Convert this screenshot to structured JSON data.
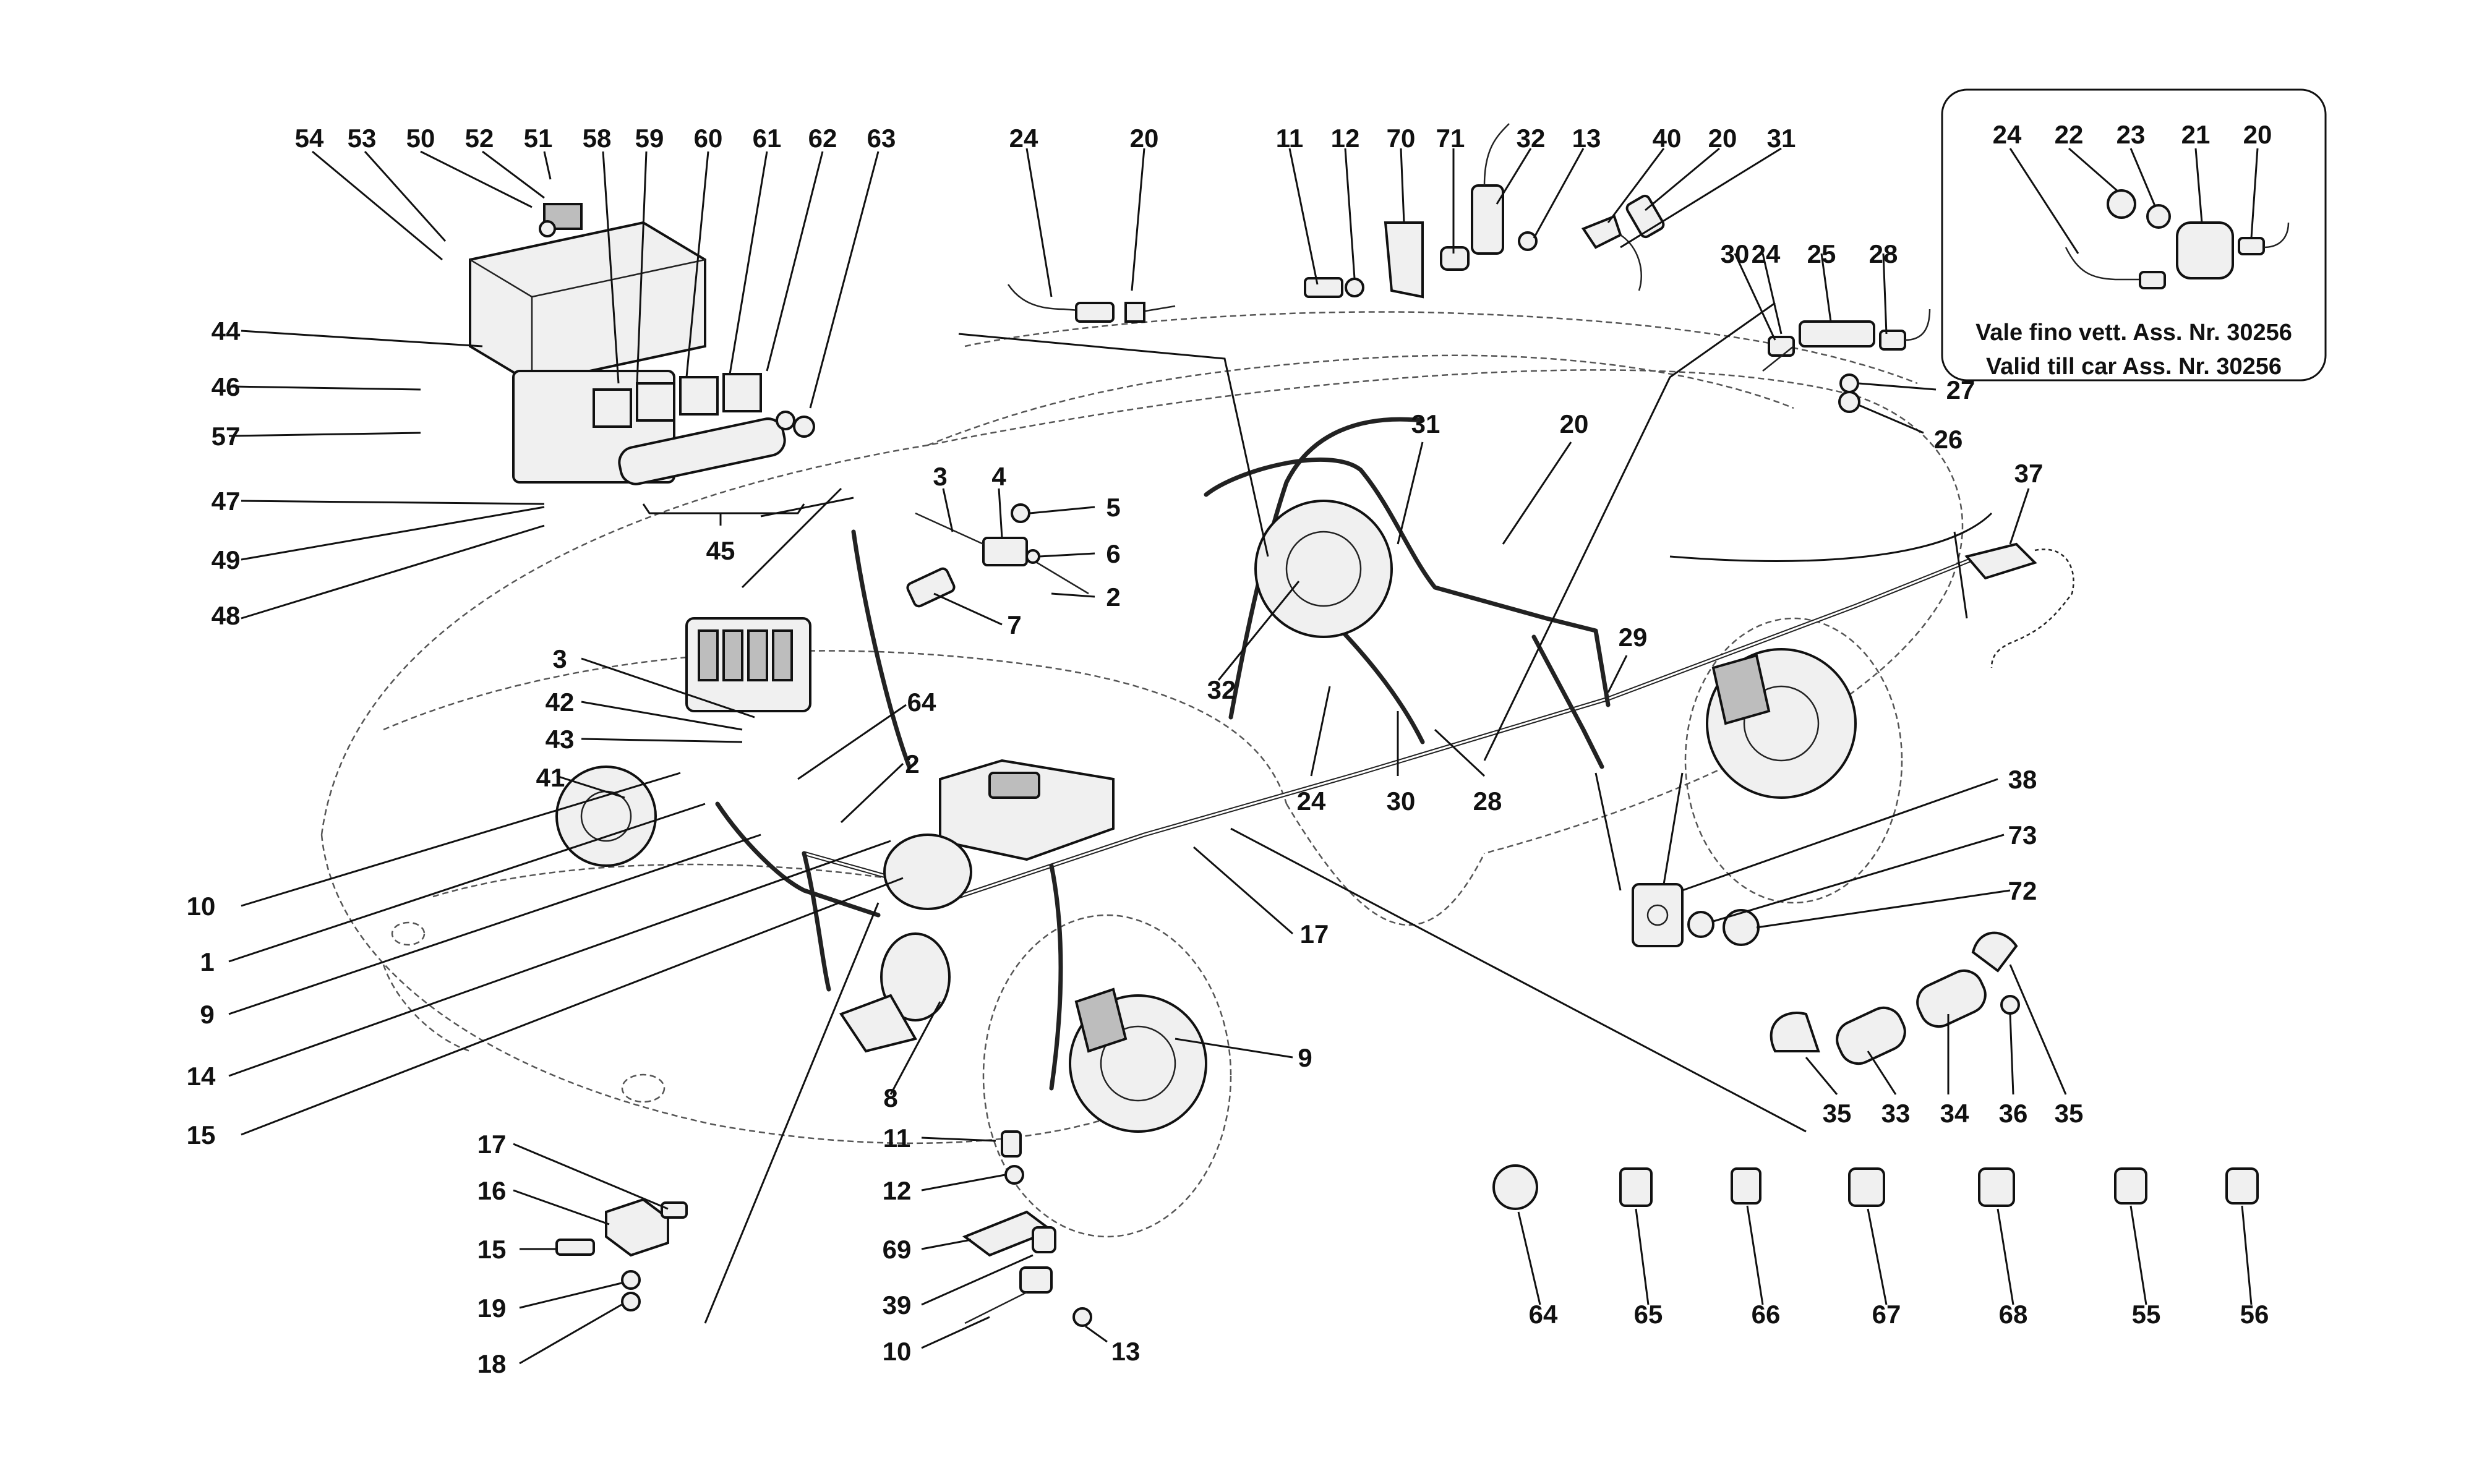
{
  "inset": {
    "line1": "Vale fino vett. Ass. Nr. 30256",
    "line2": "Valid till car Ass. Nr. 30256"
  },
  "callouts": [
    "54",
    "53",
    "50",
    "52",
    "51",
    "58",
    "59",
    "60",
    "61",
    "62",
    "63",
    "44",
    "46",
    "57",
    "47",
    "49",
    "48",
    "45",
    "24",
    "20",
    "11",
    "12",
    "70",
    "71",
    "32",
    "13",
    "40",
    "20",
    "31",
    "30",
    "24",
    "25",
    "28",
    "27",
    "26",
    "24",
    "22",
    "23",
    "21",
    "20",
    "3",
    "4",
    "5",
    "6",
    "2",
    "7",
    "31",
    "20",
    "37",
    "29",
    "3",
    "42",
    "43",
    "41",
    "64",
    "2",
    "32",
    "24",
    "30",
    "28",
    "10",
    "1",
    "9",
    "14",
    "15",
    "17",
    "38",
    "73",
    "72",
    "8",
    "9",
    "11",
    "12",
    "69",
    "39",
    "10",
    "13",
    "17",
    "16",
    "15",
    "19",
    "18",
    "35",
    "33",
    "34",
    "36",
    "35",
    "64",
    "65",
    "66",
    "67",
    "68",
    "55",
    "56"
  ]
}
